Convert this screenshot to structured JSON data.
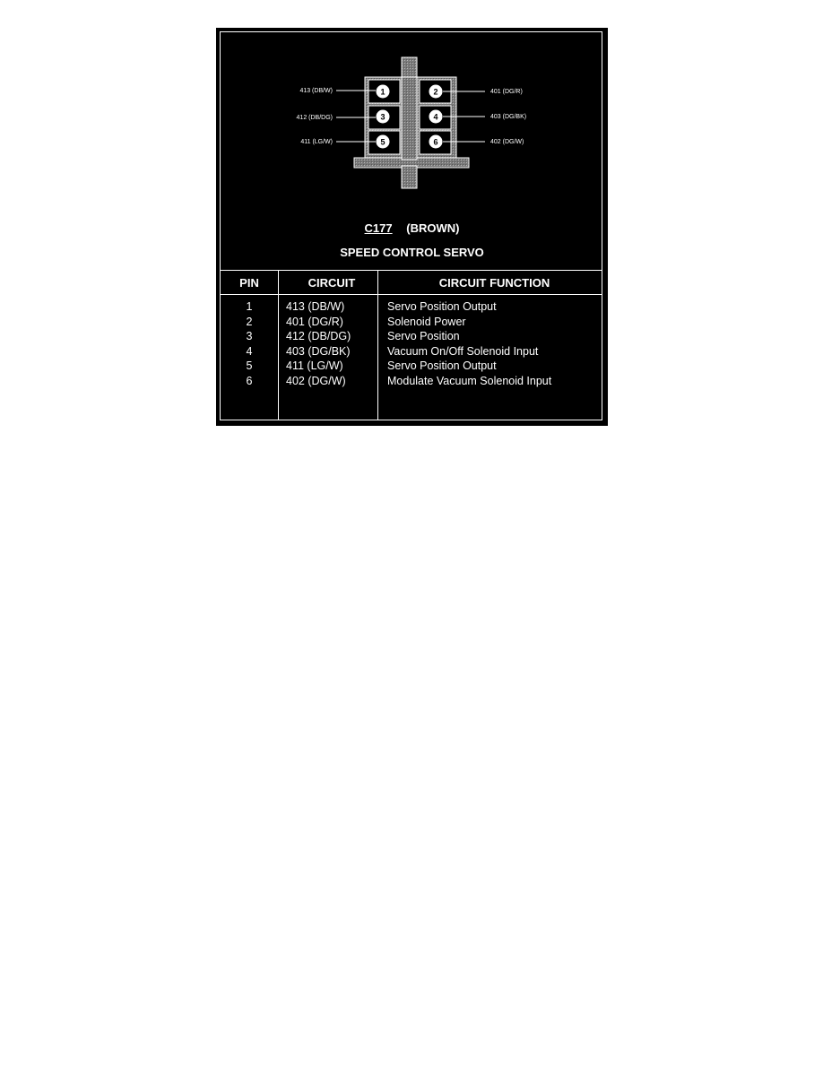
{
  "connector": {
    "code": "C177",
    "color_label": "(BROWN)",
    "name": "SPEED CONTROL SERVO",
    "callouts": [
      {
        "pin": "1",
        "label": "413 (DB/W)"
      },
      {
        "pin": "2",
        "label": "401 (DG/R)"
      },
      {
        "pin": "3",
        "label": "412 (DB/DG)"
      },
      {
        "pin": "4",
        "label": "403 (DG/BK)"
      },
      {
        "pin": "5",
        "label": "411 (LG/W)"
      },
      {
        "pin": "6",
        "label": "402 (DG/W)"
      }
    ]
  },
  "table": {
    "headers": {
      "pin": "PIN",
      "circuit": "CIRCUIT",
      "function": "CIRCUIT FUNCTION"
    },
    "rows": [
      {
        "pin": "1",
        "circuit": "413 (DB/W)",
        "function": "Servo Position Output"
      },
      {
        "pin": "2",
        "circuit": "401 (DG/R)",
        "function": "Solenoid Power"
      },
      {
        "pin": "3",
        "circuit": "412 (DB/DG)",
        "function": "Servo Position"
      },
      {
        "pin": "4",
        "circuit": "403 (DG/BK)",
        "function": "Vacuum On/Off Solenoid Input"
      },
      {
        "pin": "5",
        "circuit": "411 (LG/W)",
        "function": "Servo Position Output"
      },
      {
        "pin": "6",
        "circuit": "402 (DG/W)",
        "function": "Modulate Vacuum Solenoid Input"
      }
    ]
  },
  "colors": {
    "background": "#000000",
    "foreground": "#ffffff",
    "connector_body": "#8a8a8a"
  }
}
